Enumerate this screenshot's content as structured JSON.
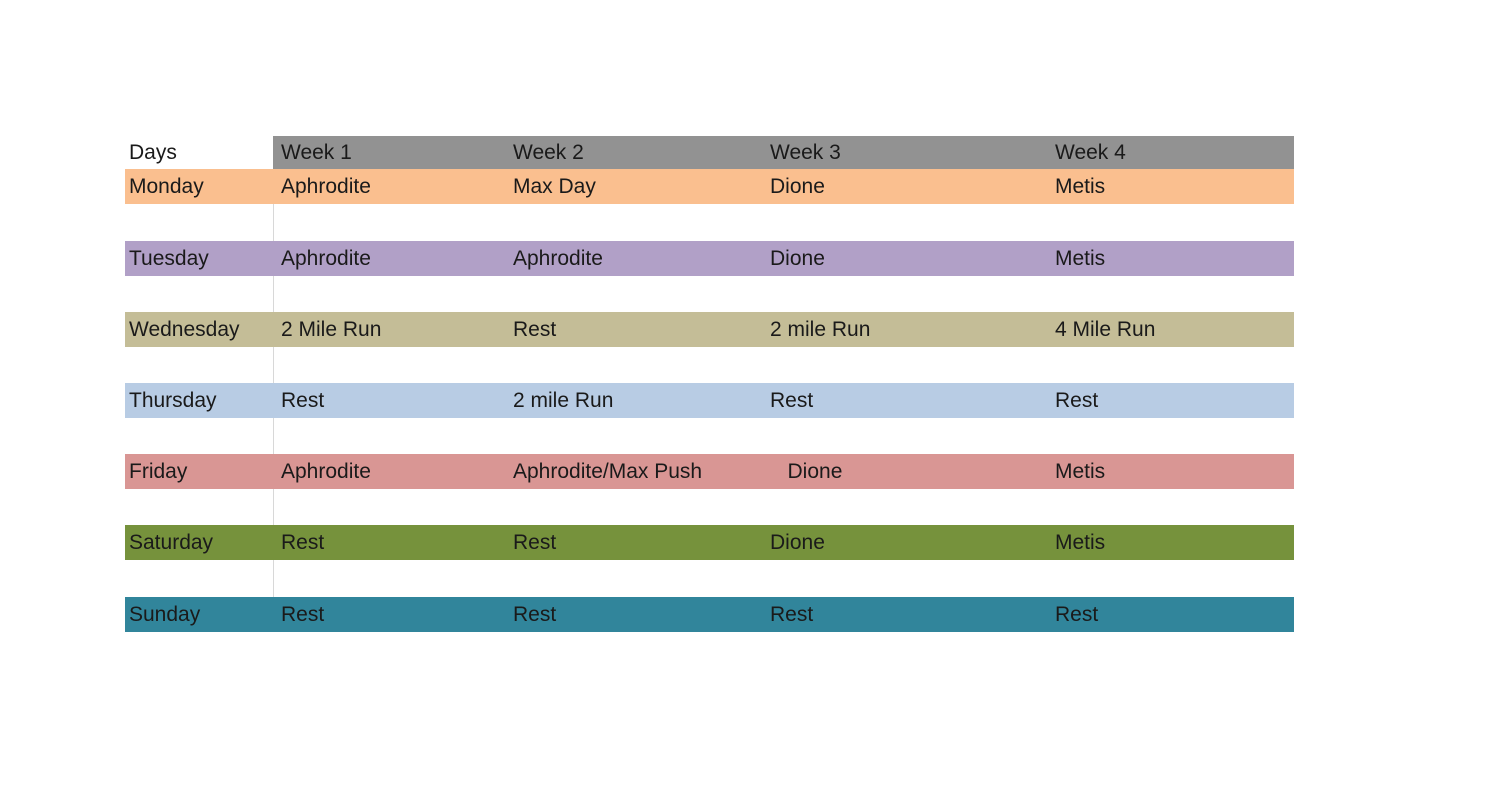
{
  "table": {
    "header": {
      "days_label": "Days",
      "weeks": [
        "Week 1",
        "Week 2",
        "Week 3",
        "Week 4"
      ]
    },
    "rows": [
      {
        "day": "Monday",
        "color": "#FABF8F",
        "cells": [
          "Aphrodite",
          "Max Day",
          "Dione",
          "Metis"
        ]
      },
      {
        "day": "Tuesday",
        "color": "#B1A0C7",
        "cells": [
          "Aphrodite",
          "Aphrodite",
          "Dione",
          "Metis"
        ]
      },
      {
        "day": "Wednesday",
        "color": "#C4BD97",
        "cells": [
          "2 Mile Run",
          "Rest",
          "2 mile Run",
          "4 Mile Run"
        ]
      },
      {
        "day": "Thursday",
        "color": "#B8CCE4",
        "cells": [
          "Rest",
          "2 mile Run",
          "Rest",
          "Rest"
        ]
      },
      {
        "day": "Friday",
        "color": "#D99694",
        "cells": [
          "Aphrodite",
          "Aphrodite/Max Push",
          "   Dione",
          "Metis"
        ]
      },
      {
        "day": "Saturday",
        "color": "#76923C",
        "cells": [
          "Rest",
          "Rest",
          "Dione",
          "Metis"
        ]
      },
      {
        "day": "Sunday",
        "color": "#31859B",
        "cells": [
          "Rest",
          "Rest",
          "Rest",
          "Rest"
        ]
      }
    ],
    "colors": {
      "header_bg": "#929292",
      "text": "#1a1a1a",
      "grid_line": "#d8d8d8"
    }
  }
}
